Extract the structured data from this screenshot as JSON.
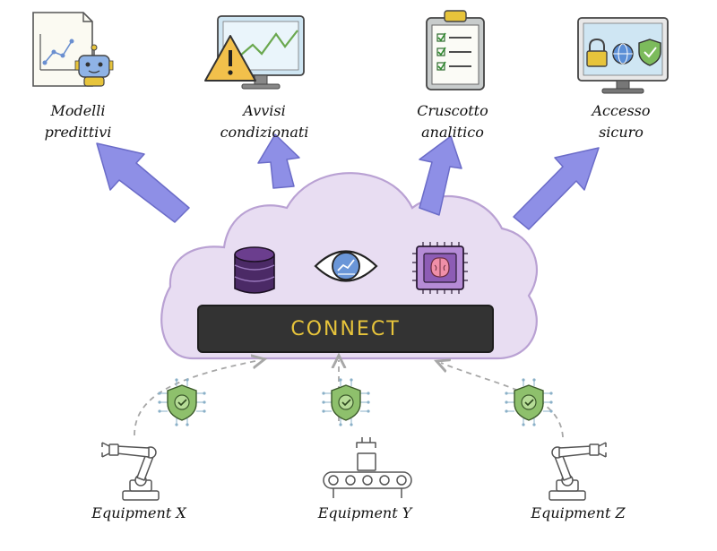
{
  "outputs": [
    {
      "line1": "Modelli",
      "line2": "predittivi",
      "icon": "chart-robot-icon"
    },
    {
      "line1": "Avvisi",
      "line2": "condizionati",
      "icon": "warning-monitor-icon"
    },
    {
      "line1": "Cruscotto",
      "line2": "analitico",
      "icon": "clipboard-checklist-icon"
    },
    {
      "line1": "Accesso",
      "line2": "sicuro",
      "icon": "secure-monitor-icon"
    }
  ],
  "platform": {
    "name": "CONNECT"
  },
  "equipment": [
    {
      "label": "Equipment X",
      "icon": "robot-arm-icon"
    },
    {
      "label": "Equipment Y",
      "icon": "conveyor-icon"
    },
    {
      "label": "Equipment Z",
      "icon": "robot-arm-icon"
    }
  ],
  "colors": {
    "cloud_fill": "#e8ddf2",
    "cloud_stroke": "#b9a1d3",
    "arrow": "#8e8fe6",
    "bar": "#333333",
    "connect_text": "#e7c43b",
    "shield": "#8ec06c"
  }
}
